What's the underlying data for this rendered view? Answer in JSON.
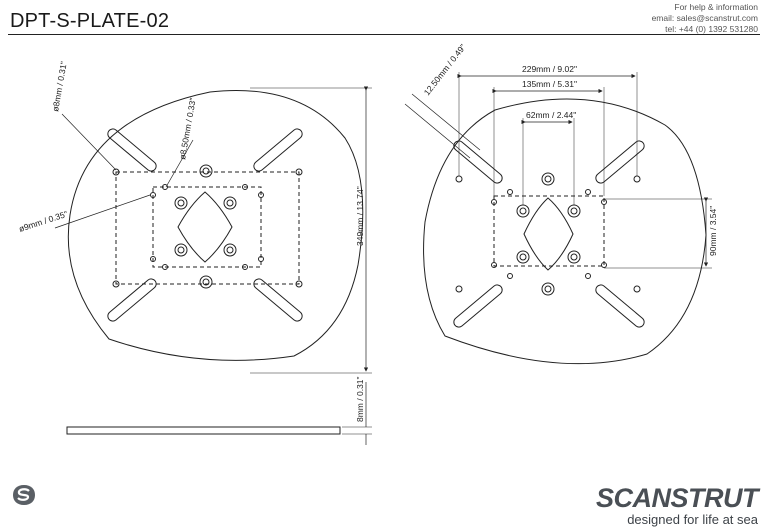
{
  "header": {
    "title": "DPT-S-PLATE-02",
    "help_lines": [
      "For help & information",
      "email: sales@scanstrut.com",
      "tel: +44 (0) 1392 531280"
    ]
  },
  "dimensions": {
    "left": {
      "hole_8mm": "ø8mm / 0.31\"",
      "hole_8_5mm": "ø8.50mm / 0.33\"",
      "hole_9mm": "ø9mm / 0.35\"",
      "height": "349mm / 13.74\""
    },
    "right": {
      "slot_12_5": "12.50mm / 0.49\"",
      "width_229": "229mm / 9.02\"",
      "width_135": "135mm / 5.31\"",
      "width_62": "62mm / 2.44\"",
      "height_90": "90mm / 3.54\""
    },
    "side": {
      "thickness": "8mm / 0.31\""
    }
  },
  "brand": {
    "name": "SCANSTRUT",
    "tagline": "designed for life at sea",
    "logo_icon": "scanstrut-s-logo-icon"
  },
  "colors": {
    "line": "#222222",
    "brand": "#4a4f55"
  }
}
